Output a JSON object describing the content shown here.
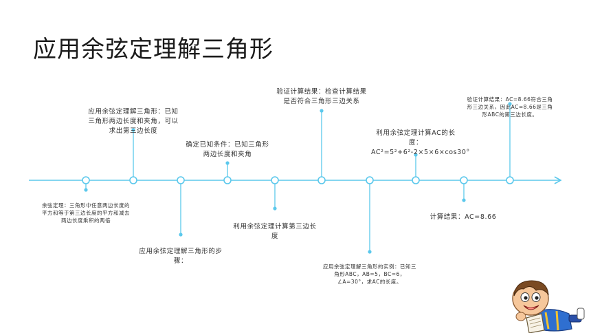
{
  "page": {
    "title": "应用余弦定理解三角形"
  },
  "colors": {
    "line": "#5bc8ec",
    "dot": "#5bc8ec",
    "node_fill": "#ffffff"
  },
  "labels": [
    "余弦定理：三角形中任意两边长度的平方和等于第三边长度的平方和减去两边长度乘积的两倍",
    "应用余弦定理解三角形：已知三角形两边长度和夹角，可以求出第三边长度",
    "应用余弦定理解三角形的步骤：",
    "确定已知条件：已知三角形两边长度和夹角",
    "利用余弦定理计算第三边长度",
    "验证计算结果：检查计算结果是否符合三角形三边关系",
    "应用余弦定理解三角形的实例：已知三角形ABC，AB=5，BC=6，∠A=30°，求AC的长度。",
    "利用余弦定理计算AC的长度：AC²=5²+6²-2×5×6×cos30°",
    "计算结果：AC=8.66",
    "验证计算结果：AC=8.66符合三角形三边关系，因此AC=8.66是三角形ABC的第三边长度。"
  ],
  "decorations": {
    "mascot": "cartoon-boy-reading-icon"
  }
}
